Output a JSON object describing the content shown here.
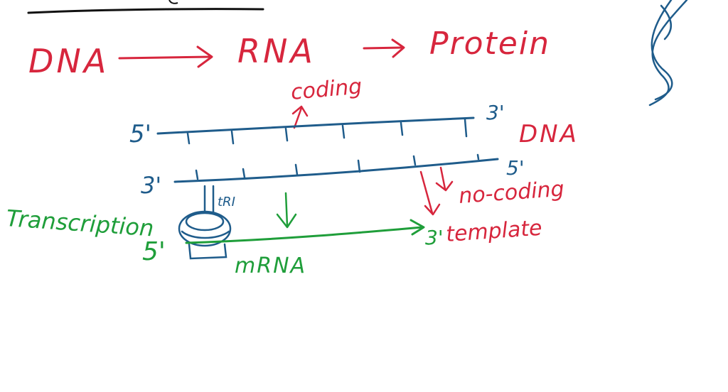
{
  "colors": {
    "background": "#ffffff",
    "ink_black": "#111111",
    "ink_red": "#d7263d",
    "ink_blue": "#1f5c8b",
    "ink_green": "#1f9e3a"
  },
  "flow": {
    "dna": "DNA",
    "rna": "RNA",
    "protein": "Protein"
  },
  "strands": {
    "coding_label": "coding",
    "top_5_prime": "5'",
    "top_3_prime": "3'",
    "dna_label": "DNA",
    "bottom_3_prime": "3'",
    "bottom_5_prime": "5'",
    "non_coding_label": "no-coding",
    "template_label": "template",
    "enzyme_label": "tRI"
  },
  "transcription": {
    "process_label": "Transcription",
    "mrna_5_prime": "5'",
    "mrna_3_prime": "3'",
    "mrna_label": "mRNA"
  }
}
